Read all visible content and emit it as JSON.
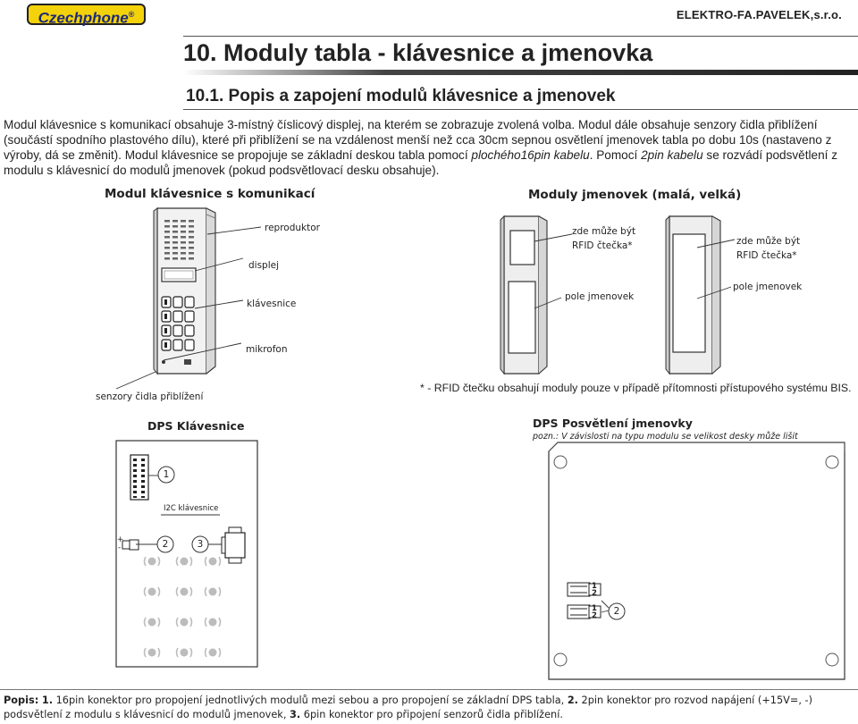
{
  "header": {
    "logo_text": "Czechphone",
    "logo_mark": "®",
    "company": "ELEKTRO-FA.PAVELEK,s.r.o.",
    "title": "10. Moduly tabla - klávesnice a jmenovka",
    "subtitle": "10.1. Popis a zapojení modulů klávesnice a jmenovek"
  },
  "intro": {
    "part1": "Modul klávesnice s komunikací obsahuje 3-místný číslicový displej, na kterém se zobrazuje zvolená volba. Modul dále obsahuje senzory čidla přiblížení (součástí spodního plastového dílu), které při přiblížení se na vzdálenost menší než cca 30cm sepnou osvětlení jmenovek tabla po dobu 10s (nastaveno z výroby, dá se změnit). Modul klávesnice se propojuje se základní deskou tabla pomocí ",
    "part2": "plochého16pin kabelu",
    "part3": ". Pomocí ",
    "part4": "2pin kabelu",
    "part5": " se rozvádí podsvětlení z modulu s klávesnicí do modulů jmenovek (pokud podsvětlovací desku obsahuje)."
  },
  "keypad_module": {
    "heading": "Modul klávesnice s komunikací",
    "labels": {
      "speaker": "reproduktor",
      "display": "displej",
      "keypad": "klávesnice",
      "microphone": "mikrofon",
      "sensors": "senzory čidla přiblížení"
    }
  },
  "name_modules": {
    "heading": "Moduly jmenovek (malá, velká)",
    "labels": {
      "rfid1_line1": "zde může být",
      "rfid1_line2": "RFID čtečka*",
      "rfid2_line1": "zde může být",
      "rfid2_line2": "RFID čtečka*",
      "name_field1": "pole jmenovek",
      "name_field2": "pole jmenovek"
    },
    "note": "* - RFID čtečku obsahují moduly pouze v případě přítomnosti přístupového systému BIS."
  },
  "dps_keypad": {
    "heading": "DPS Klávesnice",
    "i2c_label": "I2C klávesnice",
    "marker1": "1",
    "marker2": "2",
    "marker3": "3",
    "plus": "+",
    "minus": "-"
  },
  "dps_backlight": {
    "heading": "DPS Posvětlení jmenovky",
    "note": "pozn.: V závislosti na typu modulu se velikost desky může lišit",
    "marker2": "2",
    "pin1": "1",
    "pin2": "2"
  },
  "caption": {
    "label": "Popis:",
    "n1": "1.",
    "t1": " 16pin konektor pro propojení jednotlivých modulů mezi sebou a pro propojení se základní DPS tabla, ",
    "n2": "2.",
    "t2": " 2pin konektor pro rozvod napájení (+15V=, -) podsvětlení z modulu s klávesnicí do modulů jmenovek, ",
    "n3": "3.",
    "t3": " 6pin konektor pro připojení senzorů čidla přiblížení."
  },
  "colors": {
    "logo_bg": "#f4d20a",
    "logo_text": "#1c2a7a",
    "text": "#222222"
  }
}
